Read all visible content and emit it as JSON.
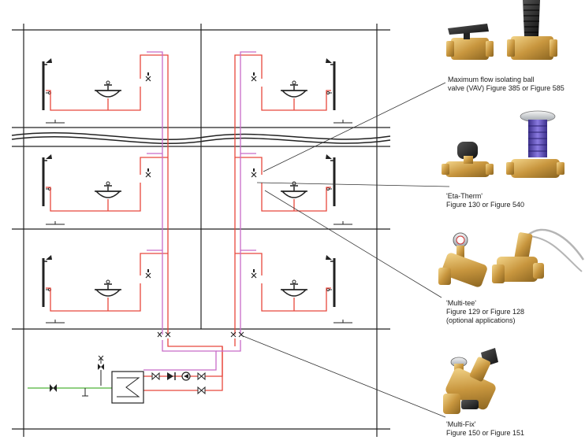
{
  "colors": {
    "hot_supply": "#e8473c",
    "circulation": "#c86bc8",
    "cold_main": "#6bbf59",
    "structure": "#222222",
    "leader": "#333333"
  },
  "products": [
    {
      "lines": [
        "Maximum flow isolating ball",
        "valve (VAV) Figure 385 or Figure 585"
      ],
      "icon": "ball-valve-icon"
    },
    {
      "lines": [
        "'Eta-Therm'",
        "Figure 130 or Figure 540"
      ],
      "icon": "thermostatic-valve-icon"
    },
    {
      "lines": [
        "'Multi-tee'",
        "Figure 129 or Figure 128",
        "(optional applications)"
      ],
      "icon": "multi-tee-valve-icon"
    },
    {
      "lines": [
        "'Multi-Fix'",
        "Figure 150 or Figure 151"
      ],
      "icon": "multi-fix-valve-icon"
    }
  ]
}
